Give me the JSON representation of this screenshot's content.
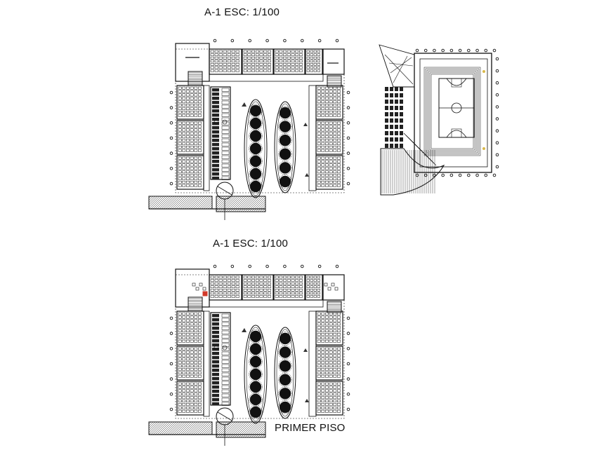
{
  "drawing": {
    "title_top": "A-1 ESC: 1/100",
    "title_bottom": "A-1 ESC: 1/100",
    "floor_label": "PRIMER PISO"
  },
  "colors": {
    "line": "#111111",
    "background": "#ffffff",
    "marker": "#d23a2a",
    "accent": "#d9b84a"
  }
}
